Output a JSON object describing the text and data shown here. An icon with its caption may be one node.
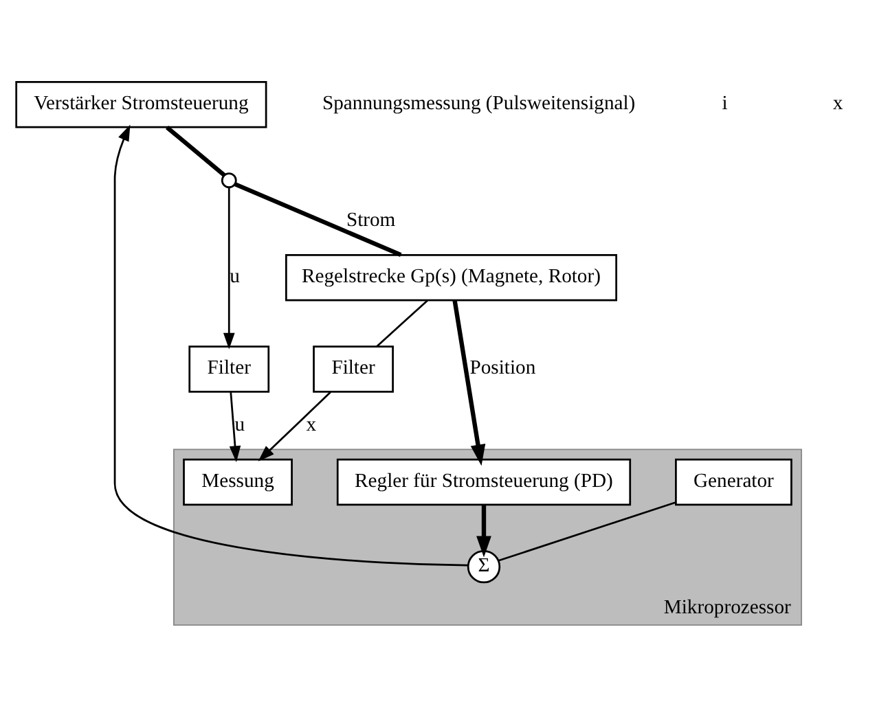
{
  "diagram": {
    "nodes": [
      {
        "text": [
          "Mikroprozessor"
        ]
      },
      {
        "text": [
          "Regelstrecke Gp(s) (Magnete, Rotor)"
        ]
      },
      {
        "text": [
          "Verstärker Stromsteuerung"
        ]
      },
      {
        "text": [
          "Regler für Stromsteuerung (PD)"
        ],
        "in": 0
      },
      {
        "text": [
          "Σ"
        ],
        "in": 0
      },
      {
        "text": [
          "Generator"
        ],
        "in": 0
      },
      {
        "text": [
          "Filter"
        ]
      },
      {
        "text": [
          "Filter"
        ]
      },
      {
        "text": [
          "Messung"
        ],
        "in": 0
      },
      {
        "text": [],
        "shape": "circle"
      }
    ],
    "edges": [
      {
        "from": 2,
        "to": 9,
        "arrow": "none",
        "style": "thick"
      },
      {
        "from": 9,
        "to": 1,
        "arrow": "none",
        "label": "Strom",
        "style": "thick"
      },
      {
        "from": 1,
        "to": 3,
        "arrow": "to",
        "label": "Position",
        "style": "thick"
      },
      {
        "from": 1,
        "to": 7,
        "arrow": "none"
      },
      {
        "from": 9,
        "to": 6,
        "arrow": "to",
        "label": "u"
      },
      {
        "from": 6,
        "to": 8,
        "arrow": "to",
        "label": "u"
      },
      {
        "from": 7,
        "to": 8,
        "arrow": "to",
        "label": "x"
      },
      {
        "from": 3,
        "to": 4,
        "arrow": "to",
        "style": "thick"
      },
      {
        "from": 5,
        "to": 4,
        "arrow": "none"
      },
      {
        "from": 4,
        "to": 2,
        "arrow": "to"
      }
    ],
    "labels": [
      "Spannungsmessung (Pulsweitensignal)",
      "i",
      "x"
    ]
  }
}
